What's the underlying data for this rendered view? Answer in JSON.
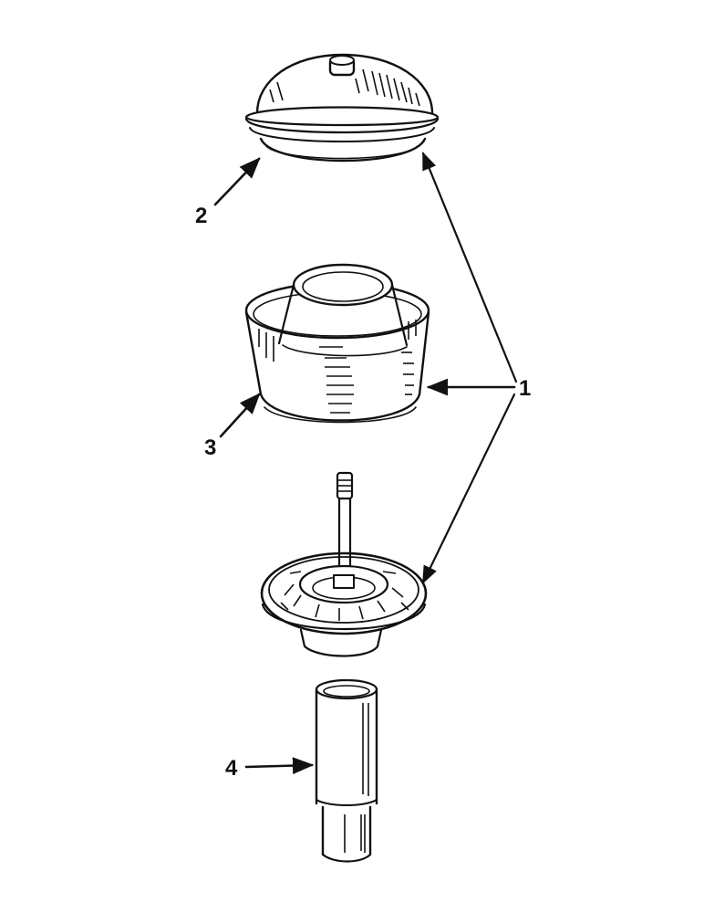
{
  "diagram": {
    "callouts": [
      {
        "id": "1",
        "label": "1",
        "part": "air-cleaner-assembly"
      },
      {
        "id": "2",
        "label": "2",
        "part": "cover"
      },
      {
        "id": "3",
        "label": "3",
        "part": "bowl"
      },
      {
        "id": "4",
        "label": "4",
        "part": "tube"
      }
    ]
  }
}
